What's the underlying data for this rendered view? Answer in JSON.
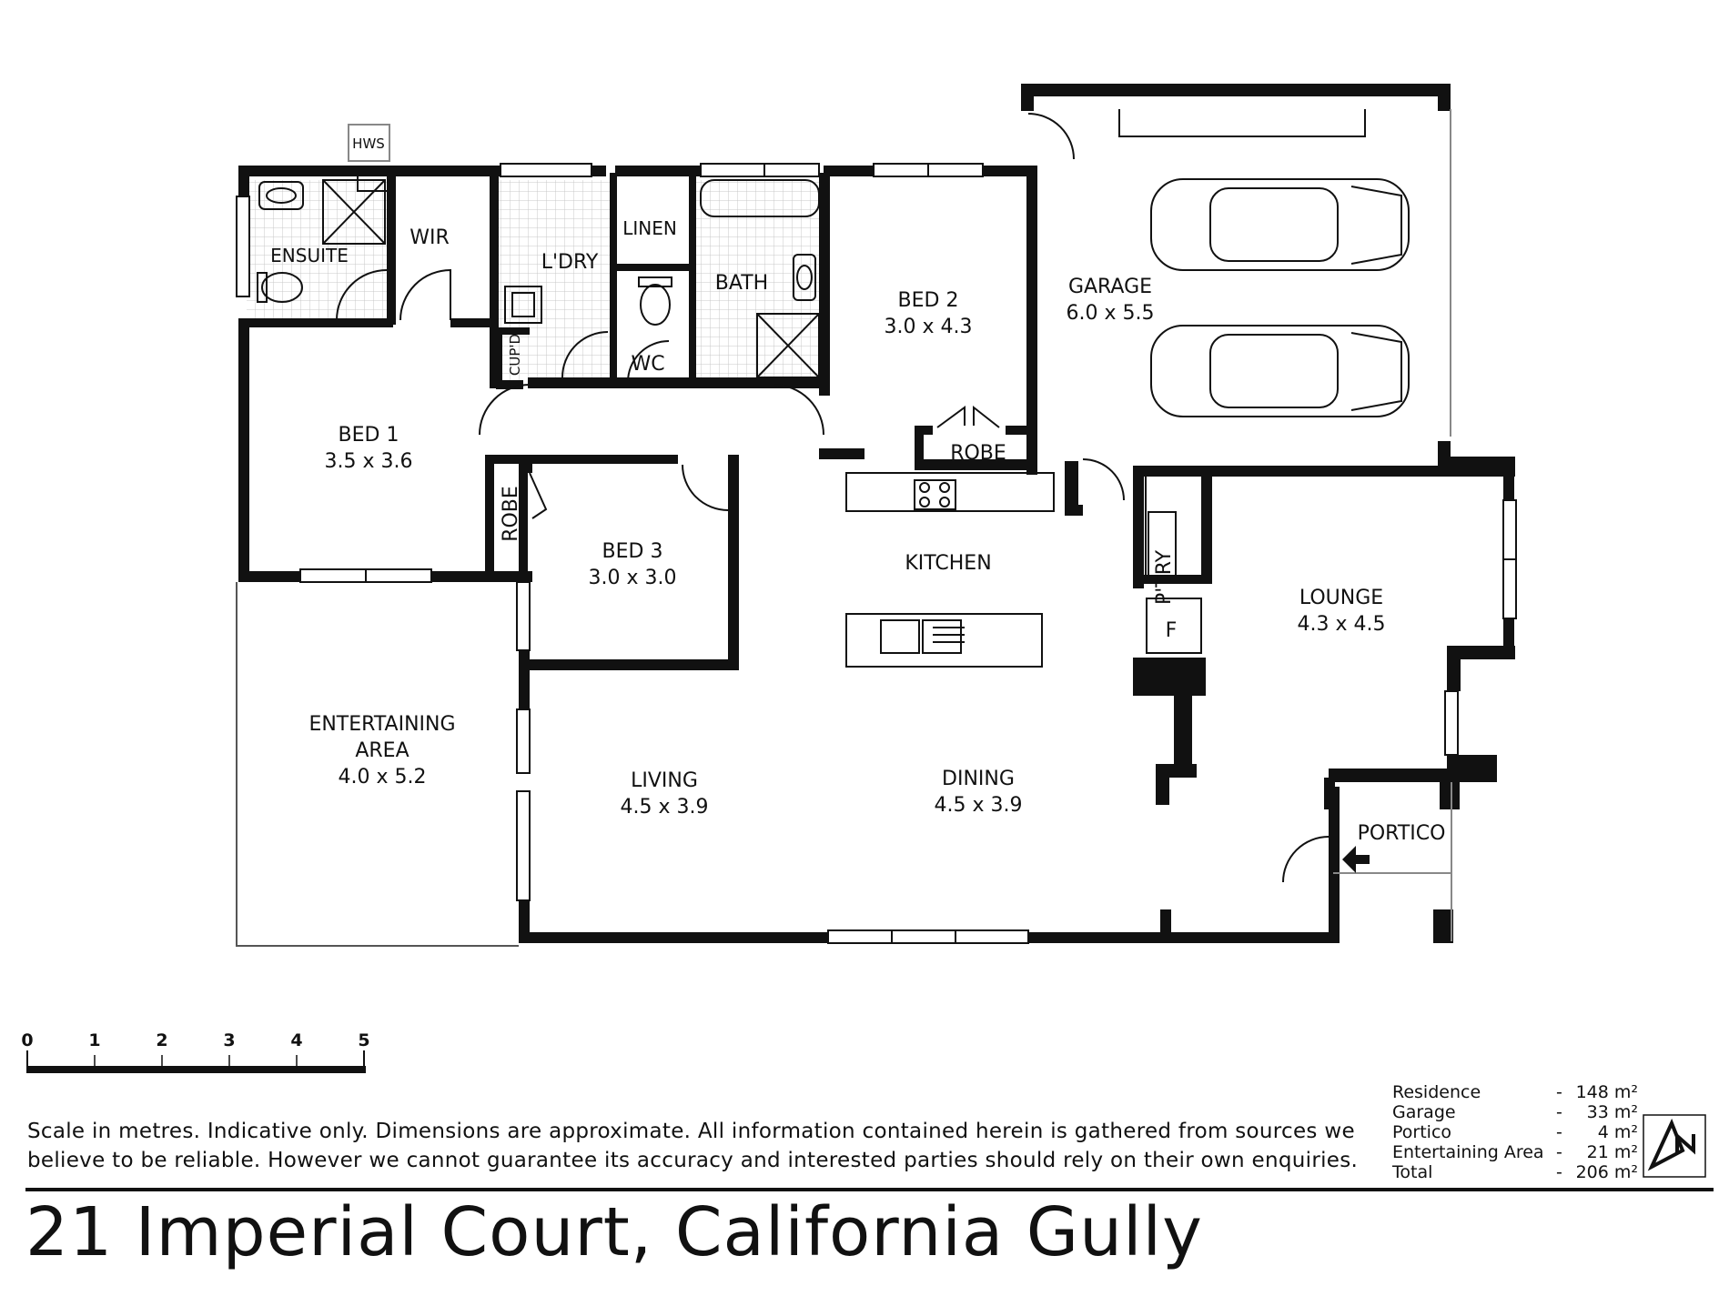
{
  "rooms": {
    "hws": "HWS",
    "ensuite": "ENSUITE",
    "wir": "WIR",
    "laundry": "L'DRY",
    "linen": "LINEN",
    "bath": "BATH",
    "wc": "WC",
    "cupboard": "CUP'D",
    "bed2_name": "BED 2",
    "bed2_dim": "3.0 x 4.3",
    "garage_name": "GARAGE",
    "garage_dim": "6.0 x 5.5",
    "bed1_name": "BED 1",
    "bed1_dim": "3.5 x 3.6",
    "robe_bed2": "ROBE",
    "robe_bed3": "ROBE",
    "bed3_name": "BED 3",
    "bed3_dim": "3.0 x 3.0",
    "kitchen": "KITCHEN",
    "pantry": "P'TRY",
    "fridge": "F",
    "lounge_name": "LOUNGE",
    "lounge_dim": "4.3 x 4.5",
    "entertaining_name_1": "ENTERTAINING",
    "entertaining_name_2": "AREA",
    "entertaining_dim": "4.0 x 5.2",
    "living_name": "LIVING",
    "living_dim": "4.5 x 3.9",
    "dining_name": "DINING",
    "dining_dim": "4.5 x 3.9",
    "portico": "PORTICO"
  },
  "scale": {
    "ticks": [
      "0",
      "1",
      "2",
      "3",
      "4",
      "5"
    ]
  },
  "disclaimer": {
    "line1": "Scale in metres. Indicative only. Dimensions are approximate.  All information contained herein is gathered from sources we",
    "line2": "believe to be reliable. However we cannot guarantee its accuracy and interested parties should rely on their own enquiries."
  },
  "areas": [
    {
      "name": "Residence",
      "value": "148 m²"
    },
    {
      "name": "Garage",
      "value": "33 m²"
    },
    {
      "name": "Portico",
      "value": "4 m²"
    },
    {
      "name": "Entertaining Area",
      "value": "21 m²"
    },
    {
      "name": "Total",
      "value": "206 m²"
    }
  ],
  "title": "21 Imperial Court, California Gully",
  "compass_icon": "north-arrow-icon"
}
